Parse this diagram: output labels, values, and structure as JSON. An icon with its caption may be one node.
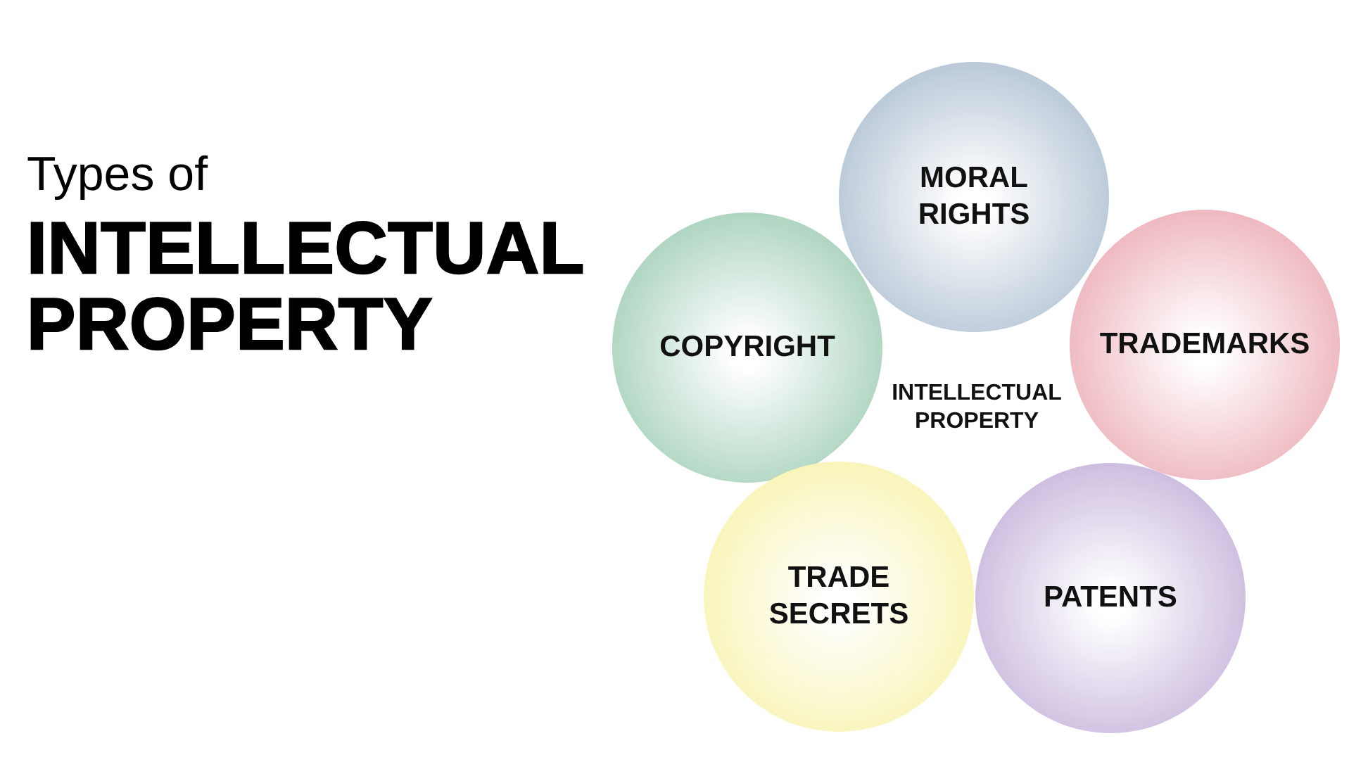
{
  "diagram": {
    "title": "Types of **INTELLECTUAL PROPERTY**",
    "nodes": [
      {
        "text": [
          "MORAL RIGHTS"
        ]
      },
      {
        "text": [
          "COPYRIGHT"
        ]
      },
      {
        "text": [
          "TRADEMARKS"
        ]
      },
      {
        "text": [
          "TRADE SECRETS"
        ]
      },
      {
        "text": [
          "PATENTS"
        ]
      }
    ],
    "labels": [
      "INTELLECTUAL PROPERTY"
    ]
  }
}
